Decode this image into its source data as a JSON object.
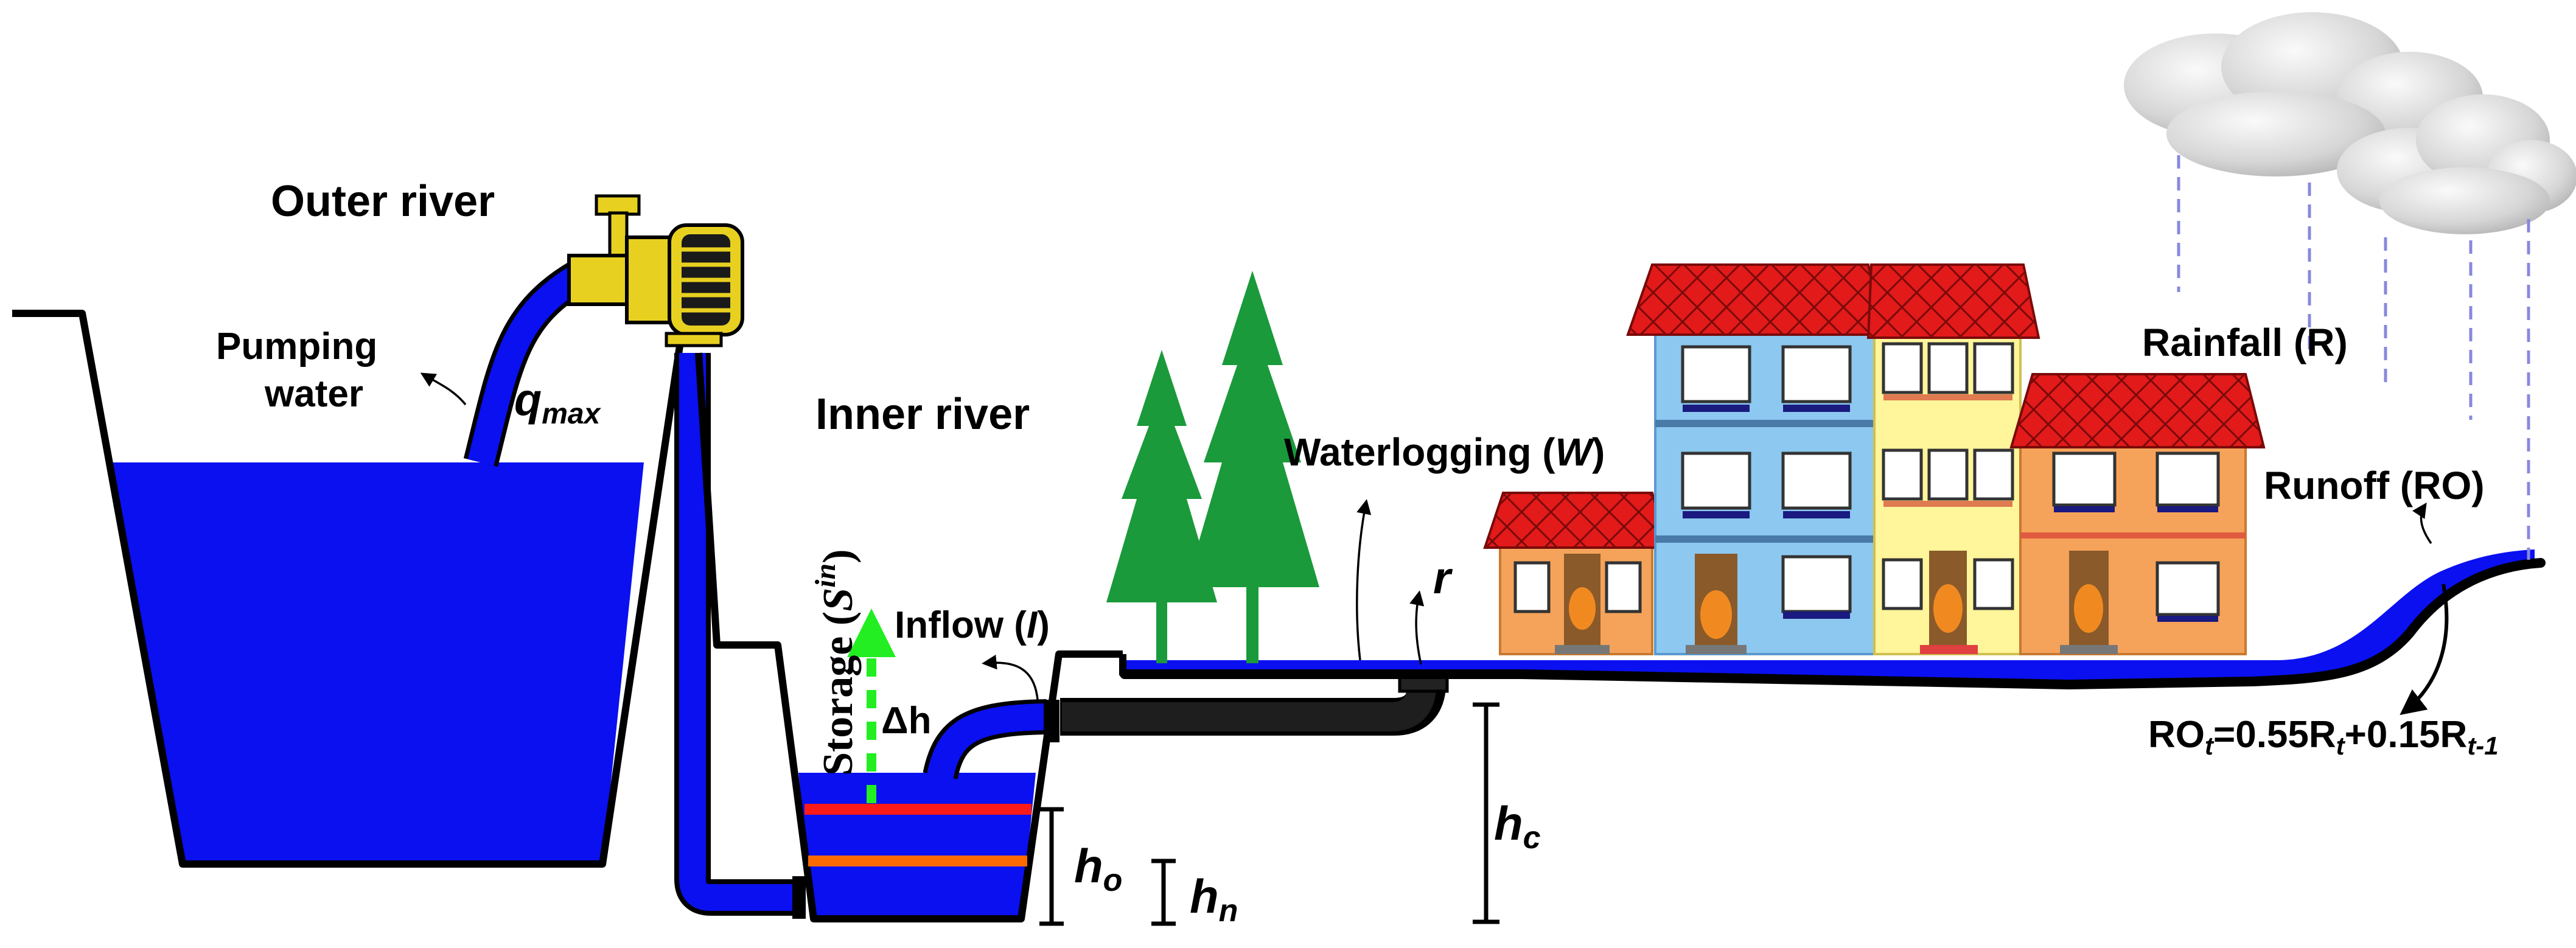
{
  "labels": {
    "outer_river": "Outer river",
    "pumping_water_line1": "Pumping",
    "pumping_water_line2": "water",
    "q_max_main": "q",
    "q_max_sub": "max",
    "inner_river": "Inner river",
    "storage_main": "Storage (",
    "storage_s": "S",
    "storage_sup": "in",
    "storage_close": ")",
    "inflow_main": "Inflow (",
    "inflow_var": "I",
    "inflow_close": ")",
    "delta_h": "Δh",
    "h_o_main": "h",
    "h_o_sub": "o",
    "h_n_main": "h",
    "h_n_sub": "n",
    "h_c_main": "h",
    "h_c_sub": "c",
    "waterlogging_main": "Waterlogging (",
    "waterlogging_var": "W",
    "waterlogging_close": ")",
    "r_label": "r",
    "rainfall": "Rainfall (R)",
    "runoff": "Runoff (RO)",
    "formula_ro": "RO",
    "formula_t1": "t",
    "formula_mid1": "=0.55R",
    "formula_t2": "t",
    "formula_mid2": "+0.15R",
    "formula_t3": "t-1"
  },
  "colors": {
    "water": "#0a10f0",
    "outline": "#000000",
    "tree": "#1a9a3a",
    "roof": "#e21a1a",
    "house_blue": "#8cc8f0",
    "house_yellow": "#fff59a",
    "house_orange": "#f5a35a",
    "door": "#8a5a2a",
    "window": "#ffffff",
    "window_sill": "#1a1a80",
    "level_red": "#ff1a1a",
    "level_orange": "#ff6a00",
    "delta_arrow": "#22ee22",
    "pump_body": "#e8d020",
    "cloud": "#cfcfcf",
    "rain": "#8888dd"
  },
  "icons": [
    "pump-icon",
    "tree-icon",
    "house-icon",
    "cloud-icon",
    "rain-icon",
    "arrow-icon"
  ]
}
